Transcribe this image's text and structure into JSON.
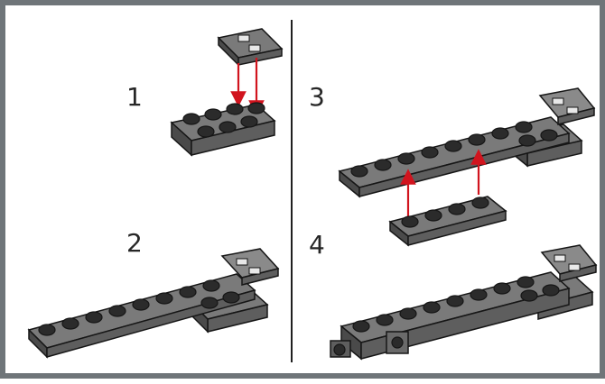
{
  "steps": [
    {
      "number": "1"
    },
    {
      "number": "2"
    },
    {
      "number": "3"
    },
    {
      "number": "4"
    }
  ],
  "colors": {
    "frame": "#6f7579",
    "brick_top": "#7a7a7a",
    "brick_front": "#5e5e5e",
    "brick_side": "#4a4a4a",
    "stud": "#2b2b2b",
    "outline": "#161616",
    "arrow": "#d1141e"
  }
}
